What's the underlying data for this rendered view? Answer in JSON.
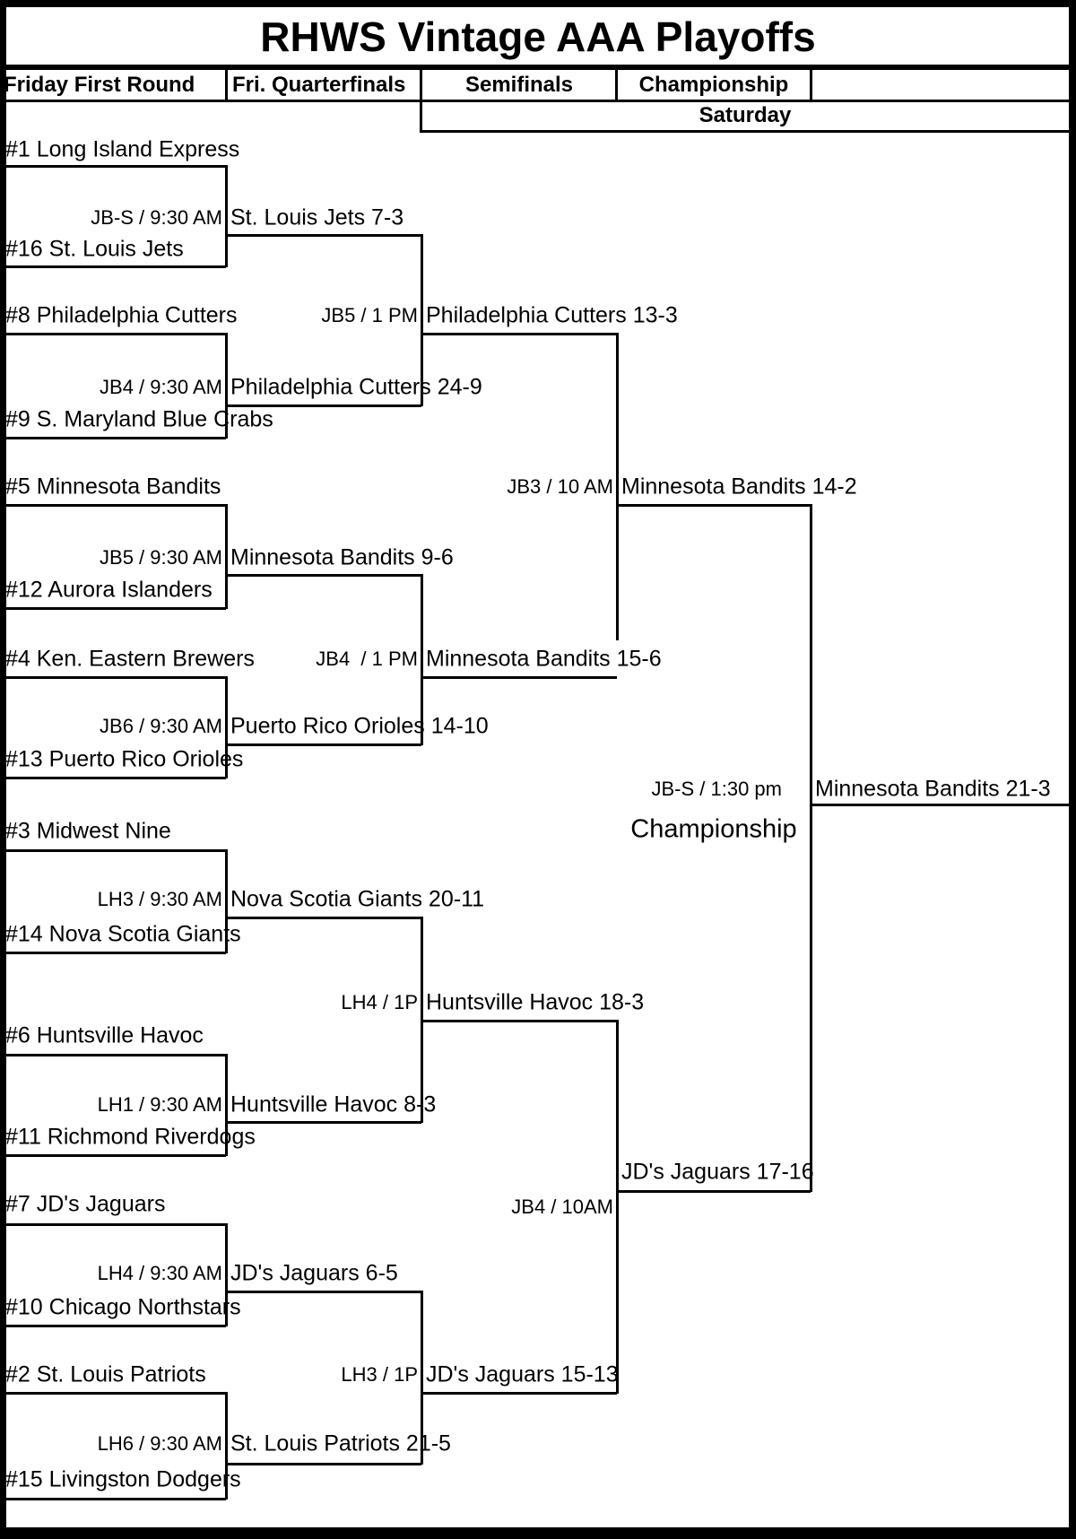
{
  "title": "RHWS Vintage AAA Playoffs",
  "header": {
    "columns": [
      "Friday First Round",
      "Fri. Quarterfinals",
      "Semifinals",
      "Championship"
    ],
    "saturday_label": "Saturday"
  },
  "round1": [
    {
      "seedA": "#1 Long Island Express",
      "seedB": "#16 St. Louis Jets",
      "game": "JB-S / 9:30 AM",
      "winner": "St. Louis Jets 7-3"
    },
    {
      "seedA": "#8 Philadelphia Cutters",
      "seedB": "#9 S. Maryland Blue Crabs",
      "game": "JB4 / 9:30 AM",
      "winner": "Philadelphia Cutters 24-9"
    },
    {
      "seedA": "#5 Minnesota Bandits",
      "seedB": "#12 Aurora Islanders",
      "game": "JB5 / 9:30 AM",
      "winner": "Minnesota Bandits 9-6"
    },
    {
      "seedA": "#4 Ken. Eastern Brewers",
      "seedB": "#13 Puerto Rico Orioles",
      "game": "JB6 / 9:30 AM",
      "winner": "Puerto Rico Orioles 14-10"
    },
    {
      "seedA": "#3 Midwest Nine",
      "seedB": "#14 Nova Scotia Giants",
      "game": "LH3 / 9:30 AM",
      "winner": "Nova Scotia Giants 20-11"
    },
    {
      "seedA": "#6 Huntsville Havoc",
      "seedB": "#11 Richmond Riverdogs",
      "game": "LH1 / 9:30 AM",
      "winner": "Huntsville Havoc 8-3"
    },
    {
      "seedA": "#7 JD's Jaguars",
      "seedB": "#10 Chicago Northstars",
      "game": "LH4 / 9:30 AM",
      "winner": "JD's Jaguars 6-5"
    },
    {
      "seedA": "#2 St. Louis Patriots",
      "seedB": "#15 Livingston Dodgers",
      "game": "LH6 / 9:30 AM",
      "winner": "St. Louis Patriots 21-5"
    }
  ],
  "quarterfinals": [
    {
      "game": "JB5 / 1 PM",
      "winner": "Philadelphia Cutters 13-3"
    },
    {
      "game": "JB4  / 1 PM",
      "winner": "Minnesota Bandits 15-6"
    },
    {
      "game": "LH4 / 1P",
      "winner": "Huntsville Havoc 18-3"
    },
    {
      "game": "LH3 / 1P",
      "winner": "JD's Jaguars 15-13"
    }
  ],
  "semifinals": [
    {
      "game": "JB3 / 10 AM",
      "winner": "Minnesota Bandits 14-2"
    },
    {
      "game": "JB4 / 10AM",
      "winner": "JD's Jaguars 17-16"
    }
  ],
  "championship": {
    "game": "JB-S / 1:30 pm",
    "label": "Championship",
    "winner": "Minnesota Bandits 21-3"
  },
  "colors": {
    "line": "#000000",
    "background": "#ffffff",
    "text": "#000000"
  }
}
